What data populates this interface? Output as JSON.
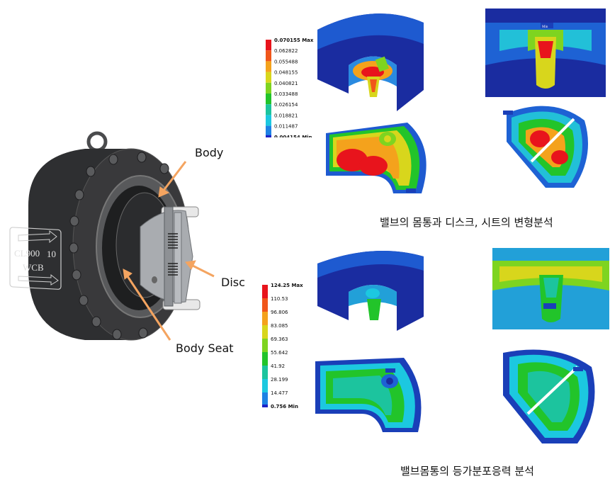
{
  "callouts": {
    "body": "Body",
    "disc": "Disc",
    "body_seat": "Body Seat"
  },
  "valve_markings": {
    "class": "CL900",
    "size": "10",
    "material": "WCB"
  },
  "captions": {
    "deformation": "밸브의 몸통과 디스크, 시트의 변형분석",
    "stress": "밸브몸통의 등가분포응력 분석"
  },
  "legend_deformation": {
    "labels": [
      "0.070155 Max",
      "0.062822",
      "0.055488",
      "0.048155",
      "0.040821",
      "0.033488",
      "0.026154",
      "0.018821",
      "0.011487",
      "0.004154 Min"
    ],
    "colors": [
      "#e8141c",
      "#f0561a",
      "#f4a21c",
      "#d8d61c",
      "#7ed420",
      "#22c42a",
      "#1cc49e",
      "#1cc8e0",
      "#1e82e4",
      "#1c24c8"
    ]
  },
  "legend_stress": {
    "labels": [
      "124.25 Max",
      "110.53",
      "96.806",
      "83.085",
      "69.363",
      "55.642",
      "41.92",
      "28.199",
      "14.477",
      "0.756 Min"
    ],
    "colors": [
      "#e8141c",
      "#f0561a",
      "#f4a21c",
      "#d8d61c",
      "#7ed420",
      "#22c42a",
      "#1cc49e",
      "#1cc8e0",
      "#1e82e4",
      "#1c24c8"
    ]
  },
  "fea_tags": {
    "min": "Min"
  },
  "colors": {
    "body_dark": "#2e2f31",
    "arrow": "#f4a460",
    "disc": "#a9acb0",
    "fea_blue": "#1a3fb8"
  }
}
